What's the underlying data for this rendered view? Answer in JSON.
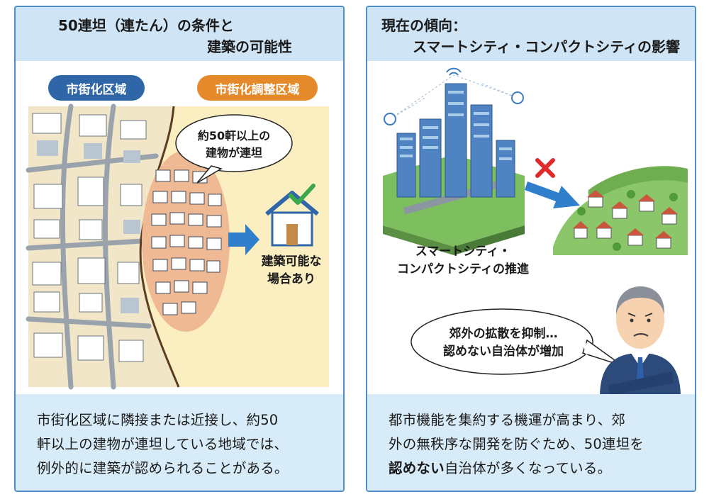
{
  "left_panel": {
    "title_line1": "50連坦（連たん）の条件と",
    "title_line2": "建築の可能性",
    "label_urban": "市街化区域",
    "label_control": "市街化調整区域",
    "bubble_line1": "約50軒以上の",
    "bubble_line2": "建物が連坦",
    "result_line1": "建築可能な",
    "result_line2": "場合あり",
    "desc_line1": "市街化区域に隣接または近接し、約50",
    "desc_line2": "軒以上の建物が連坦している地域では、",
    "desc_line3": "例外的に建築が認められることがある。"
  },
  "right_panel": {
    "title_line1": "現在の傾向：",
    "title_line2": "スマートシティ・コンパクトシティの影響",
    "city_caption_line1": "スマートシティ・",
    "city_caption_line2": "コンパクトシティの推進",
    "bubble_line1": "郊外の拡散を抑制…",
    "bubble_line2": "認めない自治体が増加",
    "desc_line1": "都市機能を集約する機運が高まり、郊",
    "desc_line2": "外の無秩序な開発を防ぐため、50連坦を",
    "desc_line3_bold": "認めない",
    "desc_line3_rest": "自治体が多くなっている。"
  },
  "colors": {
    "border": "#4f8fc9",
    "header_bg": "#cfe5f6",
    "footer_bg": "#d8ebf8",
    "urban_pill": "#2e66a8",
    "control_pill": "#e58a2b",
    "control_area": "#fbeec1",
    "cluster": "#efb994",
    "arrow_blue": "#2f7fcc",
    "check_green": "#3aa94a",
    "cross_red": "#e02a2a"
  },
  "icons": {
    "arrow": "right-arrow-icon",
    "check": "check-mark-icon",
    "cross": "cross-mark-icon",
    "house": "house-icon",
    "wifi": "wifi-icon"
  }
}
